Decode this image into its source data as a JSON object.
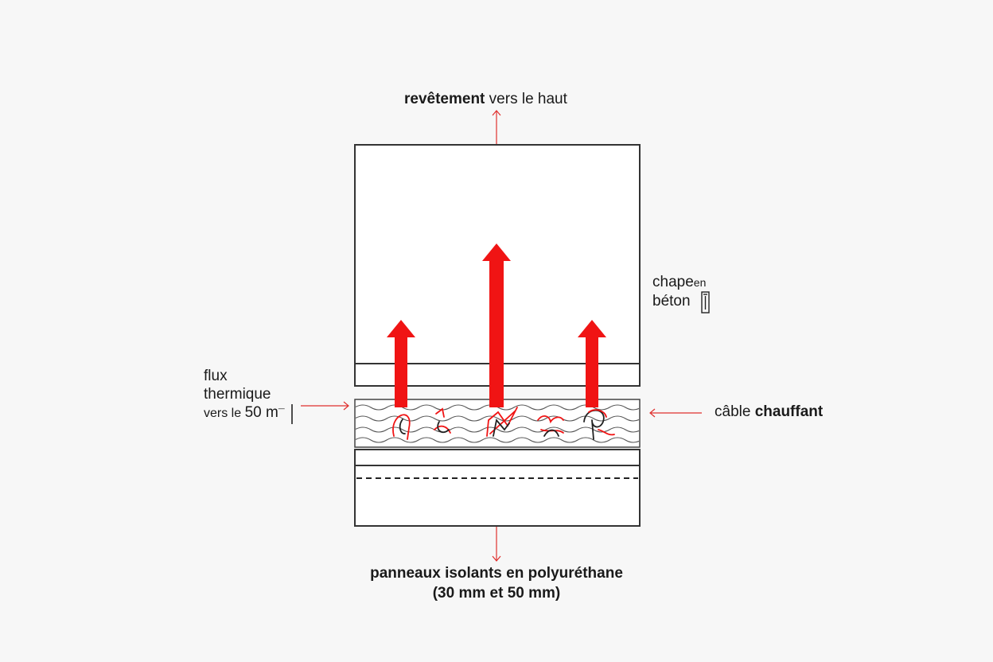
{
  "top_label": {
    "bold": "revêtement",
    "rest": " vers le haut"
  },
  "screed_label": {
    "line1_a": "chape",
    "line1_b": "en",
    "line2": "béton"
  },
  "flux_label": {
    "line1": "flux",
    "line2": "thermique",
    "line3_a": "vers le ",
    "line3_b": "50 m",
    "line3_c": "¯"
  },
  "cable_label": {
    "normal": "câble ",
    "bold": "chauffant"
  },
  "bottom_label": {
    "line1": "panneaux isolants en polyuréthane",
    "line2": "(30 mm et 50 mm)"
  },
  "colors": {
    "accent": "#f01414",
    "line": "#333333",
    "background": "#f7f7f7",
    "panel": "#ffffff"
  },
  "icons": {
    "probe": "thermometer-probe-icon"
  },
  "heat_arrows": {
    "count": 3
  }
}
